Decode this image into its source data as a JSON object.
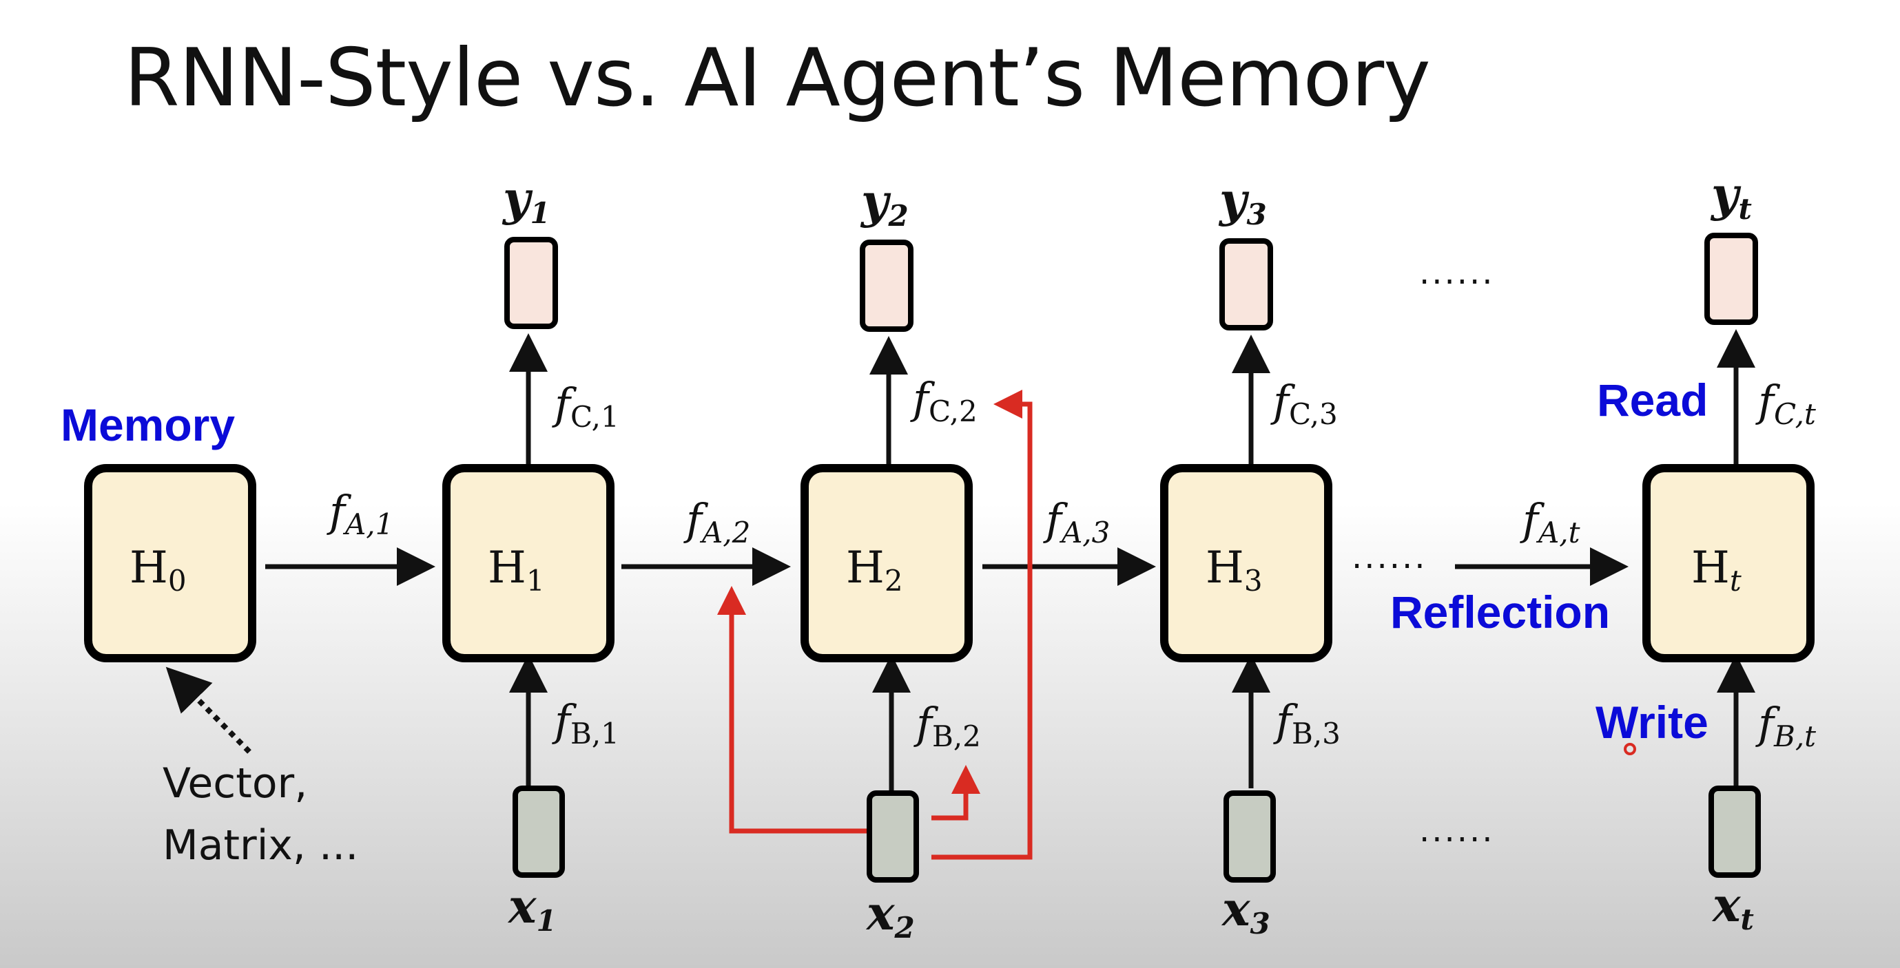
{
  "title": "RNN-Style vs. AI Agent’s Memory",
  "memory_label": "Memory",
  "note": {
    "line1": "Vector,",
    "line2": "Matrix, ..."
  },
  "ellipsis": "......",
  "hidden_states": [
    {
      "base": "H",
      "sub": "0"
    },
    {
      "base": "H",
      "sub": "1"
    },
    {
      "base": "H",
      "sub": "2"
    },
    {
      "base": "H",
      "sub": "3"
    },
    {
      "base": "H",
      "sub": "t"
    }
  ],
  "outputs": [
    {
      "base": "y",
      "sub": "1"
    },
    {
      "base": "y",
      "sub": "2"
    },
    {
      "base": "y",
      "sub": "3"
    },
    {
      "base": "y",
      "sub": "t"
    }
  ],
  "inputs": [
    {
      "base": "x",
      "sub": "1"
    },
    {
      "base": "x",
      "sub": "2"
    },
    {
      "base": "x",
      "sub": "3"
    },
    {
      "base": "x",
      "sub": "t"
    }
  ],
  "transitions": [
    {
      "base": "f",
      "sub": "A,1"
    },
    {
      "base": "f",
      "sub": "A,2"
    },
    {
      "base": "f",
      "sub": "A,3"
    },
    {
      "base": "f",
      "sub": "A,t"
    }
  ],
  "input_functions": [
    {
      "base": "f",
      "sub": "B,1"
    },
    {
      "base": "f",
      "sub": "B,2"
    },
    {
      "base": "f",
      "sub": "B,3"
    },
    {
      "base": "f",
      "sub": "B,t"
    }
  ],
  "output_functions": [
    {
      "base": "f",
      "sub": "C,1"
    },
    {
      "base": "f",
      "sub": "C,2"
    },
    {
      "base": "f",
      "sub": "C,3"
    },
    {
      "base": "f",
      "sub": "C,t"
    }
  ],
  "agent_ops": {
    "read": "Read",
    "write": "Write",
    "reflection": "Reflection"
  },
  "colors": {
    "hidden_fill": "#fbf0d3",
    "output_fill": "#f9e5dd",
    "input_fill": "#c7ccc2",
    "highlight_red": "#d92b22",
    "label_blue": "#0b0bd8"
  }
}
